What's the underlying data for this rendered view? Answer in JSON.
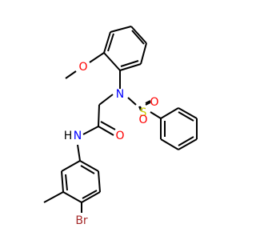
{
  "molecule": {
    "atom_labels": {
      "O_methoxy": "O",
      "N_sulfonamide": "N",
      "S": "S",
      "O_sulfonyl_1": "O",
      "O_sulfonyl_2": "O",
      "O_carbonyl": "O",
      "N_amide": "N",
      "H_amide": "H",
      "Br": "Br"
    },
    "colors": {
      "bond": "#000000",
      "O": "#ff0000",
      "N": "#0000ff",
      "S": "#cccc00",
      "Br": "#a52a2a",
      "H": "#000000"
    }
  }
}
